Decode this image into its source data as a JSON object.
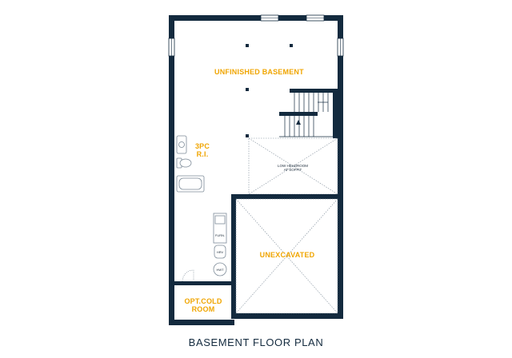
{
  "colors": {
    "wall": "#132a3e",
    "label": "#f0a500",
    "line": "#7d8b98",
    "caption": "#132a3e"
  },
  "rooms": {
    "unfinished_basement": "UNFINISHED BASEMENT",
    "bath_line1": "3PC",
    "bath_line2": "R.I.",
    "unexcavated": "UNEXCAVATED",
    "cold_room_line1": "OPT.COLD",
    "cold_room_line2": "ROOM"
  },
  "notes": {
    "low_headroom_line1": "LOW HEADROOM",
    "low_headroom_line2": "AT SOFFIT"
  },
  "fixtures": {
    "furnace": "FURN.",
    "hrv": "HRV",
    "hwt": "HWT"
  },
  "caption": "BASEMENT FLOOR PLAN"
}
